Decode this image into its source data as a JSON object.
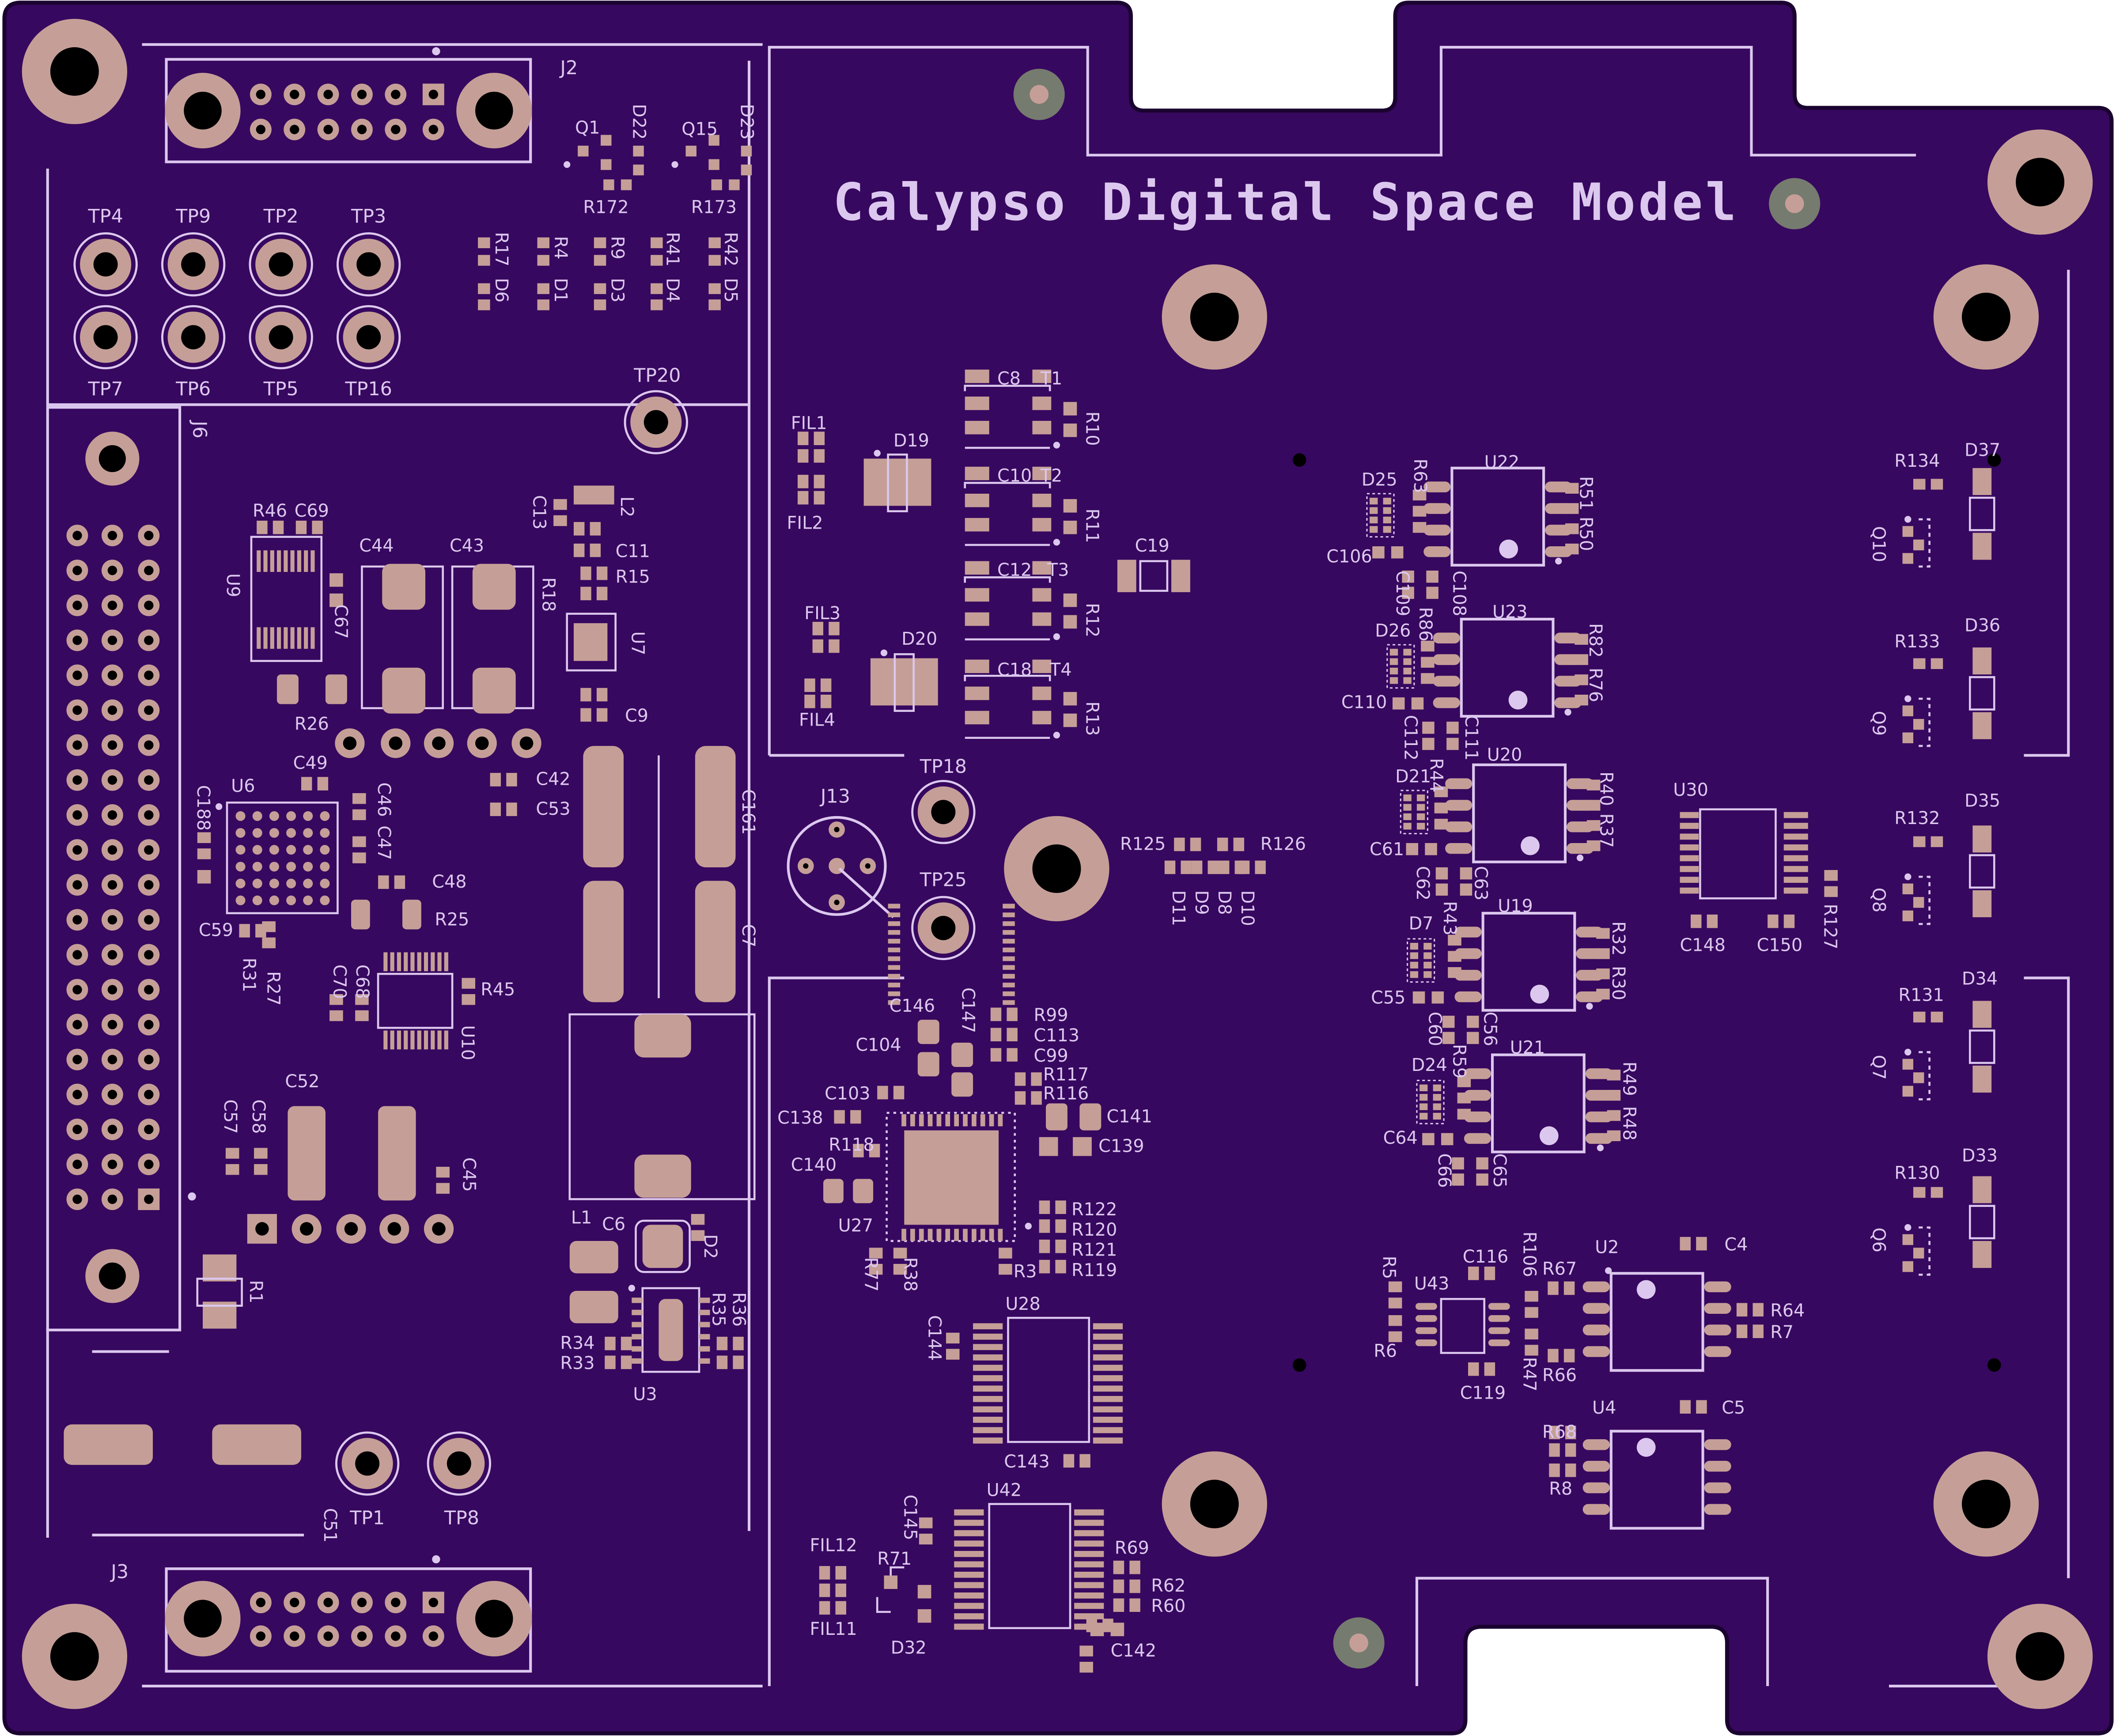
{
  "board": {
    "title": "Calypso Digital Space Model",
    "colors": {
      "substrate": "#2b0652",
      "mask": "#37085f",
      "silk": "#dcc8ef",
      "pad": "#c59f97",
      "pad_dark": "#b08a83",
      "hole": "#000000",
      "fiducial": "#757b6f"
    }
  },
  "connectors": {
    "J2": "J2",
    "J3": "J3",
    "J6": "J6",
    "J13": "J13"
  },
  "testpoints": [
    "TP4",
    "TP9",
    "TP2",
    "TP3",
    "TP7",
    "TP6",
    "TP5",
    "TP16",
    "TP20",
    "TP18",
    "TP25",
    "TP1",
    "TP8"
  ],
  "labels": {
    "Q1": "Q1",
    "D22": "D22",
    "Q15": "Q15",
    "D23": "D23",
    "R172": "R172",
    "R173": "R173",
    "R17": "R17",
    "D6": "D6",
    "R4": "R4",
    "D1": "D1",
    "R9": "R9",
    "D3": "D3",
    "R41": "R41",
    "D4": "D4",
    "R42": "R42",
    "D5": "D5",
    "R46": "R46",
    "C69": "C69",
    "U9": "U9",
    "C67": "C67",
    "C44": "C44",
    "C43": "C43",
    "R26": "R26",
    "C13": "C13",
    "L2": "L2",
    "C11": "C11",
    "R15": "R15",
    "R18": "R18",
    "U7": "U7",
    "C9": "C9",
    "C42": "C42",
    "C53": "C53",
    "C161": "C161",
    "C7": "C7",
    "C49": "C49",
    "U6": "U6",
    "C188": "C188",
    "C46": "C46",
    "C47": "C47",
    "C48": "C48",
    "R25": "R25",
    "C59": "C59",
    "R31": "R31",
    "R27": "R27",
    "C70": "C70",
    "C68": "C68",
    "R45": "R45",
    "U10": "U10",
    "C52": "C52",
    "C57": "C57",
    "C58": "C58",
    "C45": "C45",
    "R1": "R1",
    "L1": "L1",
    "C6": "C6",
    "D2": "D2",
    "R34": "R34",
    "R33": "R33",
    "R35": "R35",
    "R36": "R36",
    "U3": "U3",
    "C51": "C51",
    "FIL1": "FIL1",
    "FIL2": "FIL2",
    "D19": "D19",
    "FIL3": "FIL3",
    "FIL4": "FIL4",
    "D20": "D20",
    "C8": "C8",
    "T1": "T1",
    "R10": "R10",
    "C10": "C10",
    "T2": "T2",
    "R11": "R11",
    "C12": "C12",
    "T3": "T3",
    "R12": "R12",
    "C18": "C18",
    "T4": "T4",
    "R13": "R13",
    "C19": "C19",
    "R125": "R125",
    "R126": "R126",
    "D11": "D11",
    "D9": "D9",
    "D8": "D8",
    "D10": "D10",
    "C146": "C146",
    "C147": "C147",
    "R99": "R99",
    "C113": "C113",
    "C99": "C99",
    "R117": "R117",
    "R116": "R116",
    "C104": "C104",
    "C103": "C103",
    "C138": "C138",
    "C141": "C141",
    "C139": "C139",
    "R118": "R118",
    "C140": "C140",
    "U27": "U27",
    "R38": "R38",
    "R77": "R77",
    "R3": "R3",
    "R122": "R122",
    "R120": "R120",
    "R121": "R121",
    "R119": "R119",
    "C144": "C144",
    "U28": "U28",
    "C143": "C143",
    "C145": "C145",
    "U42": "U42",
    "R71": "R71",
    "FIL12": "FIL12",
    "FIL11": "FIL11",
    "D32": "D32",
    "R69": "R69",
    "R62": "R62",
    "R60": "R60",
    "C142": "C142",
    "D25": "D25",
    "R63": "R63",
    "U22": "U22",
    "R51": "R51",
    "R50": "R50",
    "C106": "C106",
    "C109": "C109",
    "C108": "C108",
    "D26": "D26",
    "R86": "R86",
    "U23": "U23",
    "R82": "R82",
    "R76": "R76",
    "C110": "C110",
    "C112": "C112",
    "C111": "C111",
    "D21": "D21",
    "R44": "R44",
    "U20": "U20",
    "R40": "R40",
    "R37": "R37",
    "C61": "C61",
    "C62": "C62",
    "C63": "C63",
    "D7": "D7",
    "R43": "R43",
    "U19": "U19",
    "R32": "R32",
    "R30": "R30",
    "C55": "C55",
    "C60": "C60",
    "C56": "C56",
    "D24": "D24",
    "R59": "R59",
    "U21": "U21",
    "R49": "R49",
    "R48": "R48",
    "C64": "C64",
    "C66": "C66",
    "C65": "C65",
    "U30": "U30",
    "C148": "C148",
    "C150": "C150",
    "R127": "R127",
    "R134": "R134",
    "D37": "D37",
    "Q10": "Q10",
    "R133": "R133",
    "D36": "D36",
    "Q9": "Q9",
    "R132": "R132",
    "D35": "D35",
    "Q8": "Q8",
    "R131": "R131",
    "D34": "D34",
    "Q7": "Q7",
    "R130": "R130",
    "D33": "D33",
    "Q6": "Q6",
    "R5": "R5",
    "R6": "R6",
    "U43": "U43",
    "C116": "C116",
    "R106": "R106",
    "R67": "R67",
    "R47": "R47",
    "R66": "R66",
    "C119": "C119",
    "U2": "U2",
    "C4": "C4",
    "R64": "R64",
    "R7": "R7",
    "U4": "U4",
    "C5": "C5",
    "R68": "R68",
    "R8": "R8"
  }
}
